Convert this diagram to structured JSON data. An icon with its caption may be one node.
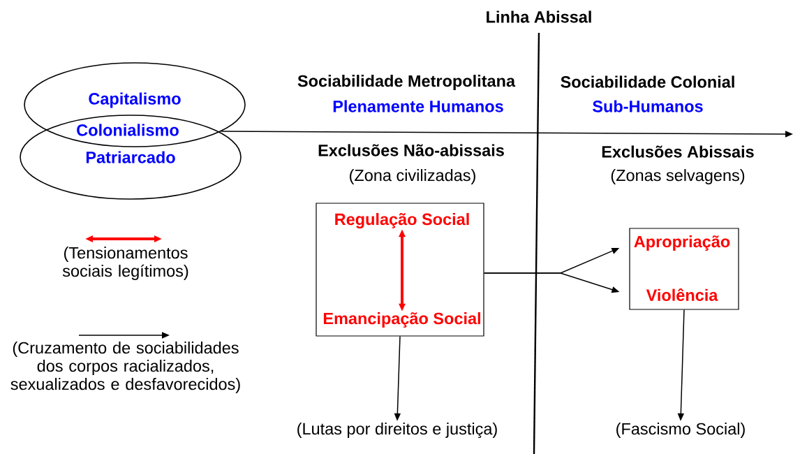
{
  "diagram": {
    "nodes": [
      {
        "text": [
          "Capitalismo"
        ]
      },
      {
        "text": [
          "Patriarcado"
        ]
      },
      {
        "text": [],
        "shape": "box"
      },
      {
        "text": [
          "Regulação Social"
        ],
        "in": 2
      },
      {
        "text": [
          "Emancipação Social"
        ],
        "in": 2
      },
      {
        "text": [],
        "shape": "box"
      },
      {
        "text": [
          "Apropriação"
        ],
        "in": 5
      },
      {
        "text": [
          "Violência"
        ],
        "in": 5
      },
      {
        "text": [
          "(Lutas por direitos e justiça)"
        ]
      },
      {
        "text": [
          "(Fascismo Social)"
        ]
      }
    ],
    "edges": [
      {
        "from": 0,
        "to": null,
        "arrow": "to"
      },
      {
        "from": 3,
        "to": 4,
        "arrow": "both",
        "style": "thick",
        "color": "#ff0000"
      },
      {
        "from": 2,
        "to": 6,
        "arrow": "to"
      },
      {
        "from": 2,
        "to": 7,
        "arrow": "to"
      },
      {
        "from": 2,
        "to": 8,
        "arrow": "to"
      },
      {
        "from": 5,
        "to": 9,
        "arrow": "to"
      }
    ],
    "labels": [
      "Linha Abissal",
      "Colonialismo",
      "Sociabilidade Metropolitana",
      "Sociabilidade Colonial",
      "Plenamente Humanos",
      "Sub-Humanos",
      "Exclusões Não-abissais",
      "Exclusões Abissais",
      "(Zona civilizadas)",
      "(Zonas selvagens)"
    ],
    "legend": [
      {
        "text": "(Tensionamentos sociais legítimos)"
      },
      {
        "text": "(Cruzamento de sociabilidades dos corpos racializados, sexualizados e desfavorecidos)"
      }
    ]
  }
}
